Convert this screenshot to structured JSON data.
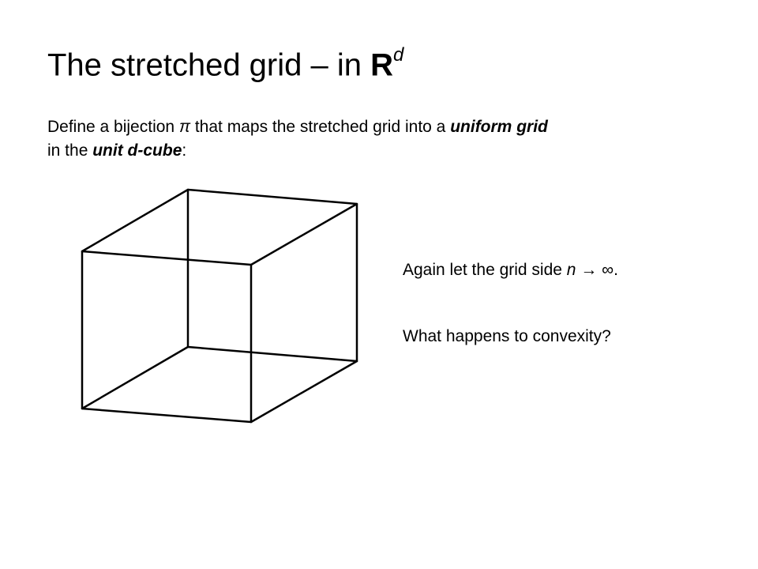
{
  "title": {
    "main": "The stretched grid – in ",
    "bold": "R",
    "sup": "d"
  },
  "intro": {
    "p1": "Define a bijection ",
    "pi": "π",
    "p2": " that maps the stretched grid into a ",
    "em1": "uniform grid",
    "p3": "in the ",
    "em2": "unit d-cube",
    "p4": ":"
  },
  "notes": {
    "n1_pre": "Again let the grid side ",
    "n1_var": "n",
    "n1_arrow": "→",
    "n1_post": " ∞.",
    "n2": "What happens to convexity?"
  },
  "figure": {
    "icon": "wireframe-cube",
    "stroke_color": "#000000"
  }
}
